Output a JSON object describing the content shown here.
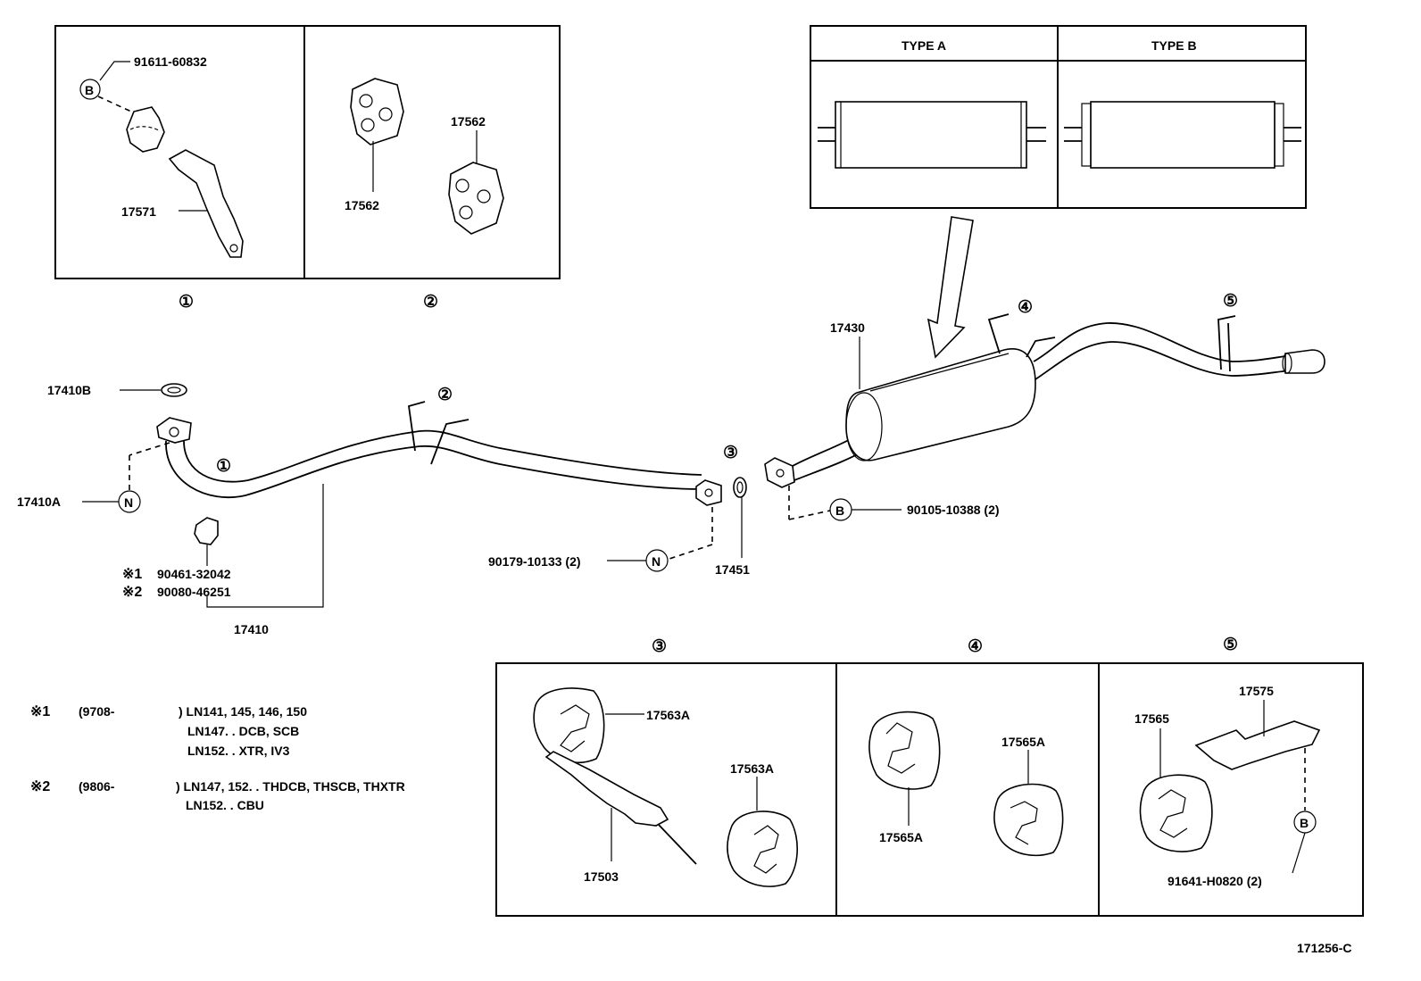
{
  "detail_box_1_2": {
    "panel_1": {
      "number": "①",
      "bolt_label": "91611-60832",
      "bolt_marker": "B",
      "bracket_label": "17571"
    },
    "panel_2": {
      "number": "②",
      "hanger_label_top": "17562",
      "hanger_label_bottom": "17562"
    }
  },
  "type_box": {
    "type_a": "TYPE  A",
    "type_b": "TYPE  B"
  },
  "main": {
    "gasket_top_label": "17410B",
    "flange_label": "17410A",
    "nut_marker_left": "N",
    "callout_1": "①",
    "callout_2": "②",
    "callout_3": "③",
    "callout_4": "④",
    "callout_5": "⑤",
    "clamp_note_1_mark": "※1",
    "clamp_note_1_part": "90461-32042",
    "clamp_note_2_mark": "※2",
    "clamp_note_2_part": "90080-46251",
    "front_pipe_label": "17410",
    "nut_label": "90179-10133 (2)",
    "nut_marker_mid": "N",
    "gasket_label": "17451",
    "muffler_label": "17430",
    "bolt_marker_mid": "B",
    "bolt_label": "90105-10388 (2)"
  },
  "notes": {
    "note1_mark": "※1",
    "note1_code": "(9708-",
    "note1_line1": ") LN141, 145, 146, 150",
    "note1_line2": "LN147. . DCB, SCB",
    "note1_line3": "LN152. . XTR, IV3",
    "note2_mark": "※2",
    "note2_code": "(9806-",
    "note2_line1": ") LN147, 152. . THDCB, THSCB, THXTR",
    "note2_line2": "LN152. . CBU"
  },
  "detail_box_3_5": {
    "panel_3": {
      "number": "③",
      "hanger_label_top": "17563A",
      "hanger_label_right": "17563A",
      "bracket_label": "17503"
    },
    "panel_4": {
      "number": "④",
      "hanger_label_left": "17565A",
      "hanger_label_right": "17565A"
    },
    "panel_5": {
      "number": "⑤",
      "hanger_label": "17565",
      "bracket_label": "17575",
      "bolt_marker": "B",
      "bolt_label": "91641-H0820 (2)"
    }
  },
  "figure_code": "171256-C"
}
